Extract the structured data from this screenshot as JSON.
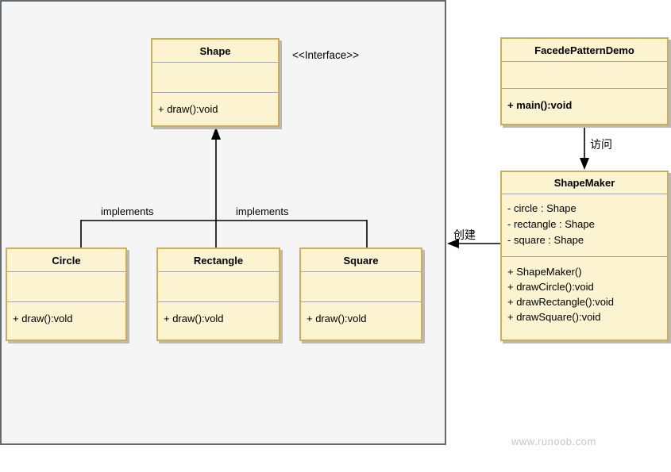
{
  "diagram": {
    "title_context": "Facade pattern UML class diagram",
    "subsystem": {
      "role": "shapes-subsystem-boundary"
    },
    "classes": [
      {
        "id": "shape",
        "title": "Shape",
        "fields": [],
        "methods": [
          "+ draw():void"
        ]
      },
      {
        "id": "circle",
        "title": "Circle",
        "fields": [],
        "methods": [
          "+ draw():vold"
        ]
      },
      {
        "id": "rectangle",
        "title": "Rectangle",
        "fields": [],
        "methods": [
          "+ draw():vold"
        ]
      },
      {
        "id": "square",
        "title": "Square",
        "fields": [],
        "methods": [
          "+ draw():vold"
        ]
      },
      {
        "id": "facede-pattern-demo",
        "title": "FacedePatternDemo",
        "fields": [],
        "methods": [
          "+ main():void"
        ]
      },
      {
        "id": "shape-maker",
        "title": "ShapeMaker",
        "fields": [
          "- circle : Shape",
          "- rectangle : Shape",
          "- square : Shape"
        ],
        "methods": [
          "+ ShapeMaker()",
          "+ drawCircle():void",
          "+ drawRectangle():void",
          "+ drawSquare():void"
        ]
      }
    ],
    "labels": {
      "interface_stereotype": "<<Interface>>",
      "implements_left": "implements",
      "implements_right": "implements",
      "access": "访问",
      "create": "创建"
    },
    "watermark": "www.runoob.com",
    "colors": {
      "box_fill": "#fcf3d0",
      "box_border": "#cdb14e",
      "box_shadow": "#b9b9bc",
      "section_divider": "#a5a5ad",
      "subsystem_bg": "#f5f5f6",
      "subsystem_border": "#666a6d",
      "connector": "#000000",
      "watermark_text": "#c6c6cc"
    }
  }
}
